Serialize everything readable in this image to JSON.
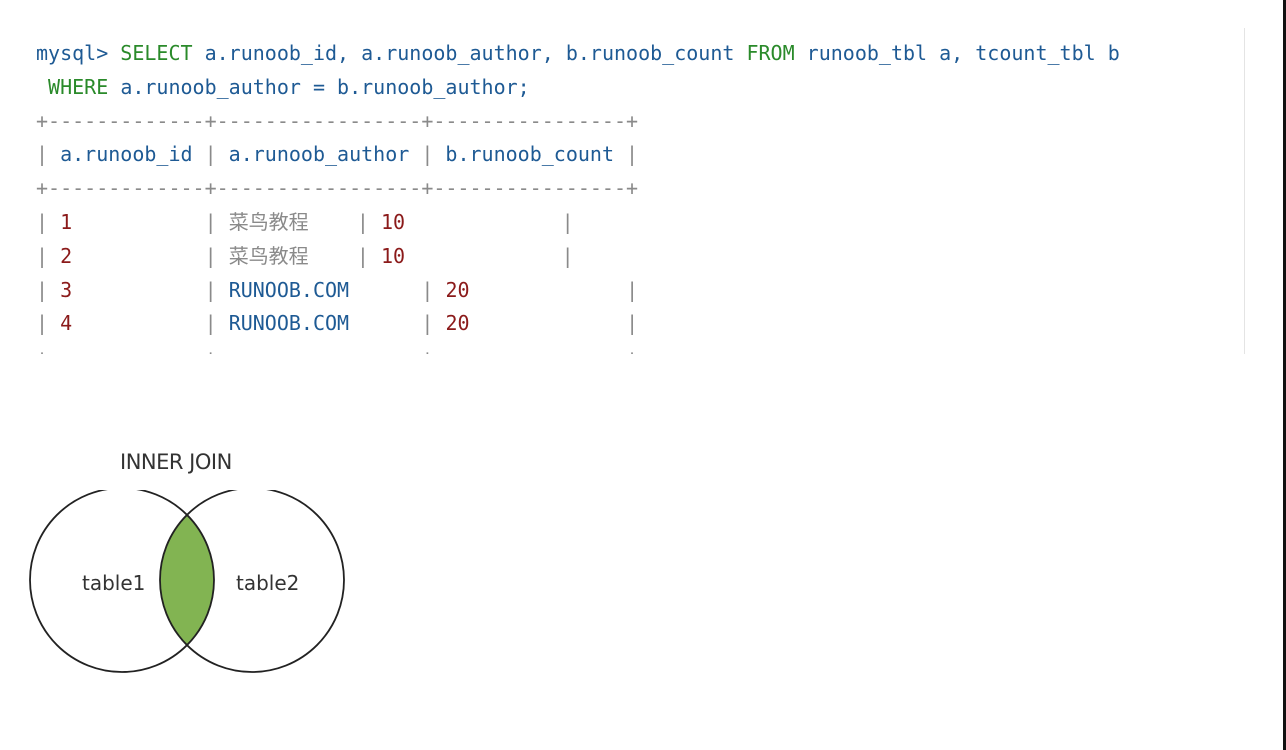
{
  "query": {
    "prompt": "mysql>",
    "kw_select": "SELECT",
    "cols": "a.runoob_id, a.runoob_author, b.runoob_count",
    "kw_from": "FROM",
    "tables": "runoob_tbl a, tcount_tbl b",
    "kw_where": "WHERE",
    "condition": "a.runoob_author = b.runoob_author;"
  },
  "result": {
    "border": "+-------------+-----------------+----------------+",
    "columns": [
      "a.runoob_id",
      "a.runoob_author",
      "b.runoob_count"
    ],
    "rows": [
      {
        "id": "1",
        "author": "菜鸟教程",
        "count": "10"
      },
      {
        "id": "2",
        "author": "菜鸟教程",
        "count": "10"
      },
      {
        "id": "3",
        "author": "RUNOOB.COM",
        "count": "20"
      },
      {
        "id": "4",
        "author": "RUNOOB.COM",
        "count": "20"
      }
    ]
  },
  "venn": {
    "title": "INNER JOIN",
    "left_label": "table1",
    "right_label": "table2",
    "intersection_color": "#82b452",
    "outline_color": "#222222"
  }
}
